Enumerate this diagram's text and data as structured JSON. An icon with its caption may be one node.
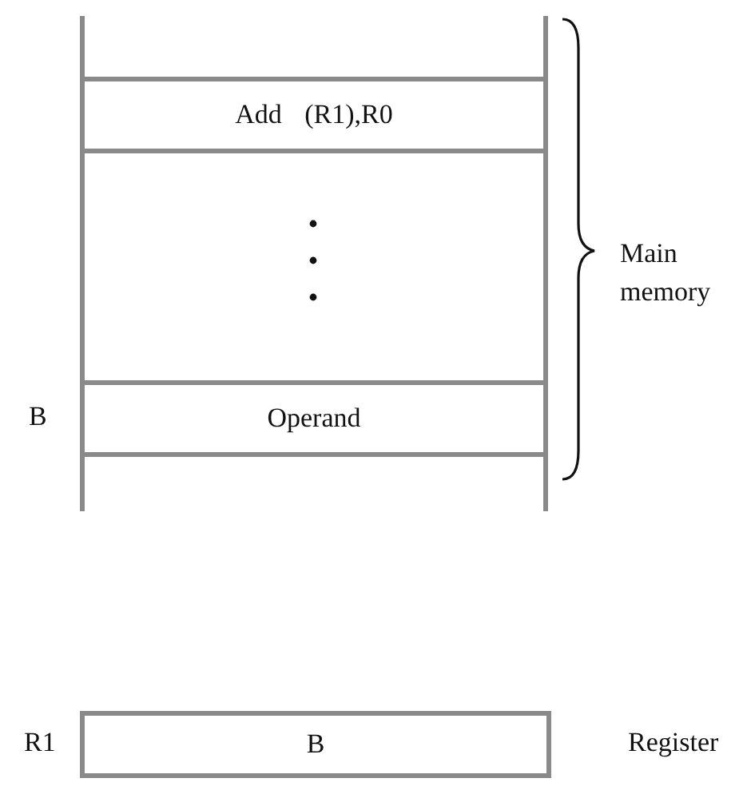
{
  "diagram": {
    "nodes": [
      {
        "text": [
          "Main memory"
        ]
      },
      {
        "text": [
          "Add (R1),R0"
        ],
        "in": 0
      },
      {
        "text": [
          "Operand"
        ],
        "in": 0,
        "beside": [
          "B"
        ]
      },
      {
        "text": [
          "B"
        ],
        "beside": [
          "R1",
          "Register"
        ]
      }
    ]
  }
}
